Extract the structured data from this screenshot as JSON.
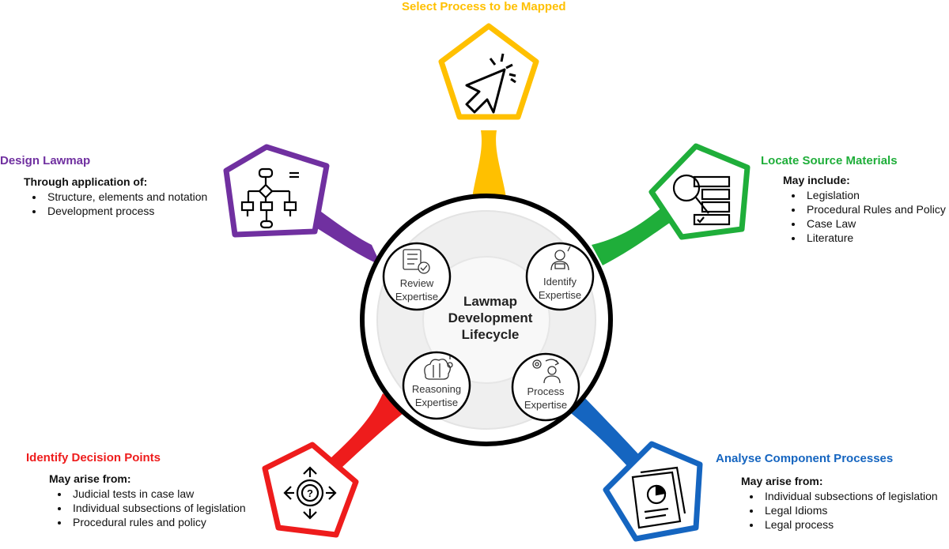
{
  "center": {
    "lines": [
      "Lawmap",
      "Development",
      "Lifecycle"
    ]
  },
  "satellites": [
    {
      "lines": [
        "Review",
        "Expertise"
      ]
    },
    {
      "lines": [
        "Identify",
        "Expertise"
      ]
    },
    {
      "lines": [
        "Reasoning",
        "Expertise"
      ]
    },
    {
      "lines": [
        "Process",
        "Expertise"
      ]
    }
  ],
  "stages": {
    "select": {
      "title": "Select Process to be Mapped",
      "color": "#ffc000",
      "icon": "cursor-click-icon"
    },
    "locate": {
      "title": "Locate Source Materials",
      "color": "#1fae3a",
      "icon": "search-checklist-icon",
      "subtitle": "May include:",
      "items": [
        "Legislation",
        "Procedural Rules and Policy",
        "Case Law",
        "Literature"
      ]
    },
    "analyse": {
      "title": "Analyse Component Processes",
      "color": "#1565c0",
      "icon": "documents-chart-icon",
      "subtitle": "May arise from:",
      "items": [
        "Individual subsections of legislation",
        "Legal Idioms",
        "Legal process"
      ]
    },
    "decision": {
      "title": "Identify Decision Points",
      "color": "#ee1c1c",
      "icon": "gear-question-icon",
      "subtitle": "May arise from:",
      "items": [
        "Judicial tests in case law",
        "Individual subsections of legislation",
        "Procedural rules and policy"
      ]
    },
    "design": {
      "title": "Design Lawmap",
      "color": "#7030a0",
      "icon": "flowchart-icon",
      "subtitle": "Through application of:",
      "items": [
        "Structure, elements and notation",
        "Development process"
      ]
    }
  }
}
